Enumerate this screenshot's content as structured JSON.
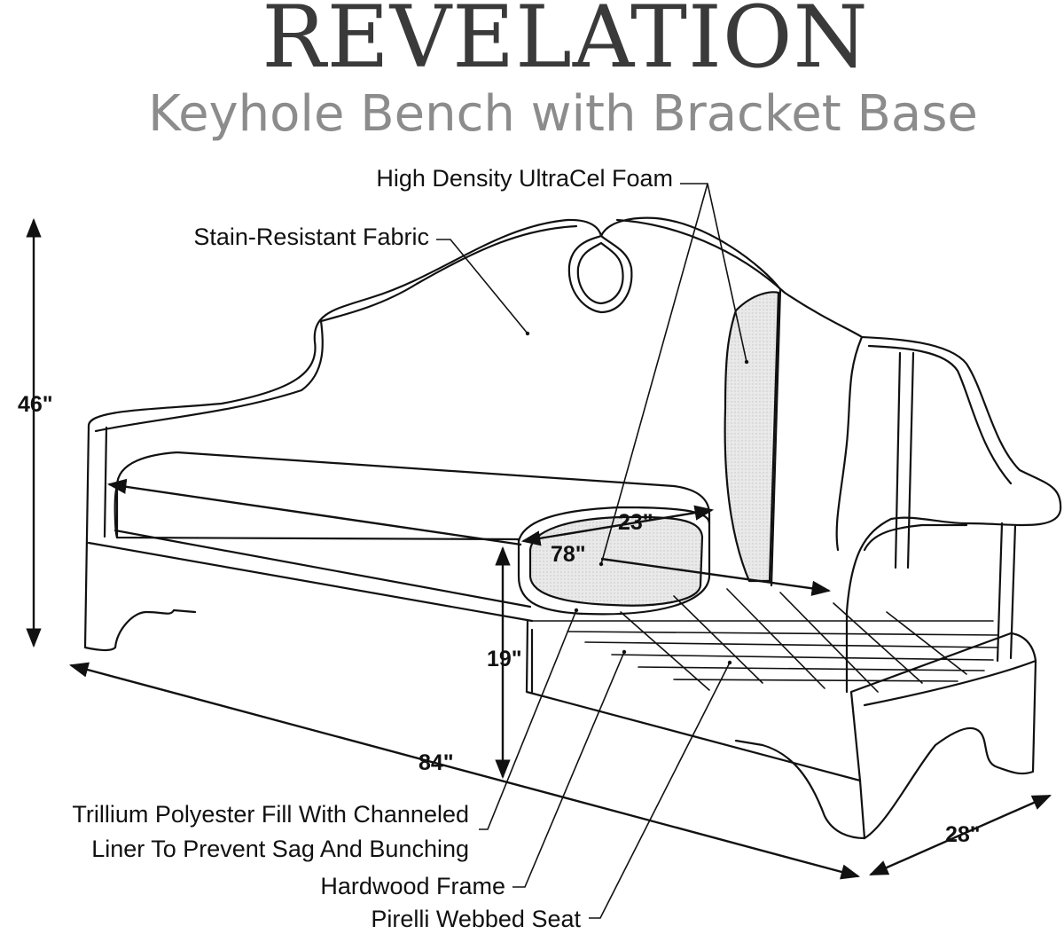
{
  "brand": "REVELATION",
  "subtitle": "Keyhole Bench with Bracket Base",
  "callouts": {
    "foam": "High Density UltraCel Foam",
    "fabric": "Stain-Resistant Fabric",
    "fill_line1": "Trillium Polyester Fill With Channeled",
    "fill_line2": "Liner To Prevent Sag And Bunching",
    "frame": "Hardwood Frame",
    "webbing": "Pirelli Webbed Seat"
  },
  "dimensions": {
    "height": "46\"",
    "seat_height": "19\"",
    "length": "84\"",
    "depth": "28\"",
    "cushion_depth": "23\"",
    "cushion_length": "78\""
  }
}
